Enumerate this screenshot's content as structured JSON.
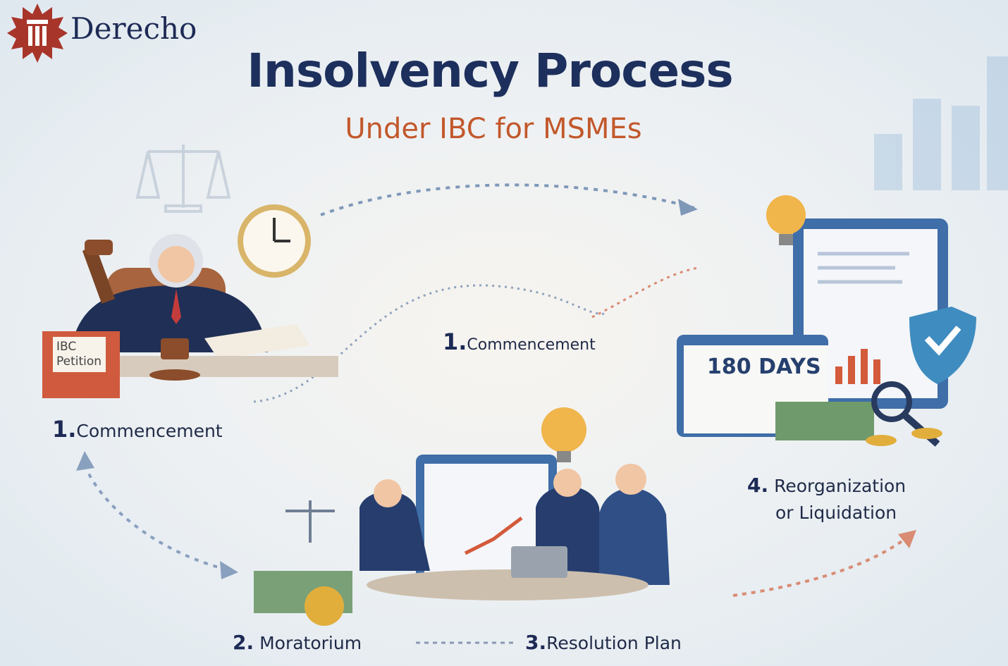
{
  "brand": {
    "name": "Derecho",
    "logo_icon": "pillar-seal-icon",
    "seal_color": "#a8352a"
  },
  "header": {
    "title": "Insolvency Process",
    "subtitle": "Under IBC for MSMEs"
  },
  "colors": {
    "title": "#1d2f5c",
    "subtitle": "#c2582c",
    "label": "#1f2a48"
  },
  "steps": [
    {
      "number": "1.",
      "label": "Commencement",
      "sign": {
        "line1": "IBC",
        "line2": "Petition"
      }
    },
    {
      "number": "1.",
      "label": "Commencement"
    },
    {
      "number": "2.",
      "label": "Moratorium"
    },
    {
      "number": "3.",
      "label": "Resolution Plan"
    },
    {
      "number": "4.",
      "label_line1": "Reorganization",
      "label_line2": "or Liquidation",
      "calendar": "180 DAYS"
    }
  ]
}
